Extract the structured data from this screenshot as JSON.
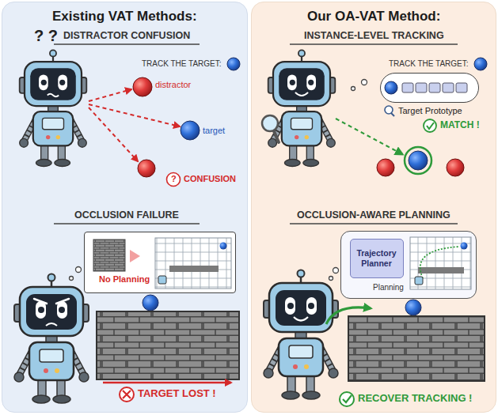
{
  "diagram": {
    "nodes": [
      {
        "text": [
          "Existing VAT Methods:"
        ]
      },
      {
        "text": [
          "No Planning"
        ],
        "in": 0
      },
      {
        "text": [
          "Our OA-VAT Method:"
        ]
      },
      {
        "text": [
          "Target Prototype"
        ],
        "in": 2
      },
      {
        "text": [
          "Planning"
        ],
        "in": 2
      },
      {
        "text": [
          "Trajectory Planner"
        ],
        "in": 4
      }
    ],
    "labels": [
      "? ?",
      "DISTRACTOR CONFUSION",
      "TRACK THE TARGET:",
      "distractor",
      "target",
      "?",
      "CONFUSION",
      "OCCLUSION FAILURE",
      "TARGET LOST !",
      "INSTANCE-LEVEL TRACKING",
      "TRACK THE TARGET:",
      "MATCH !",
      "OCCLUSION-AWARE PLANNING",
      "RECOVER TRACKING !"
    ]
  }
}
